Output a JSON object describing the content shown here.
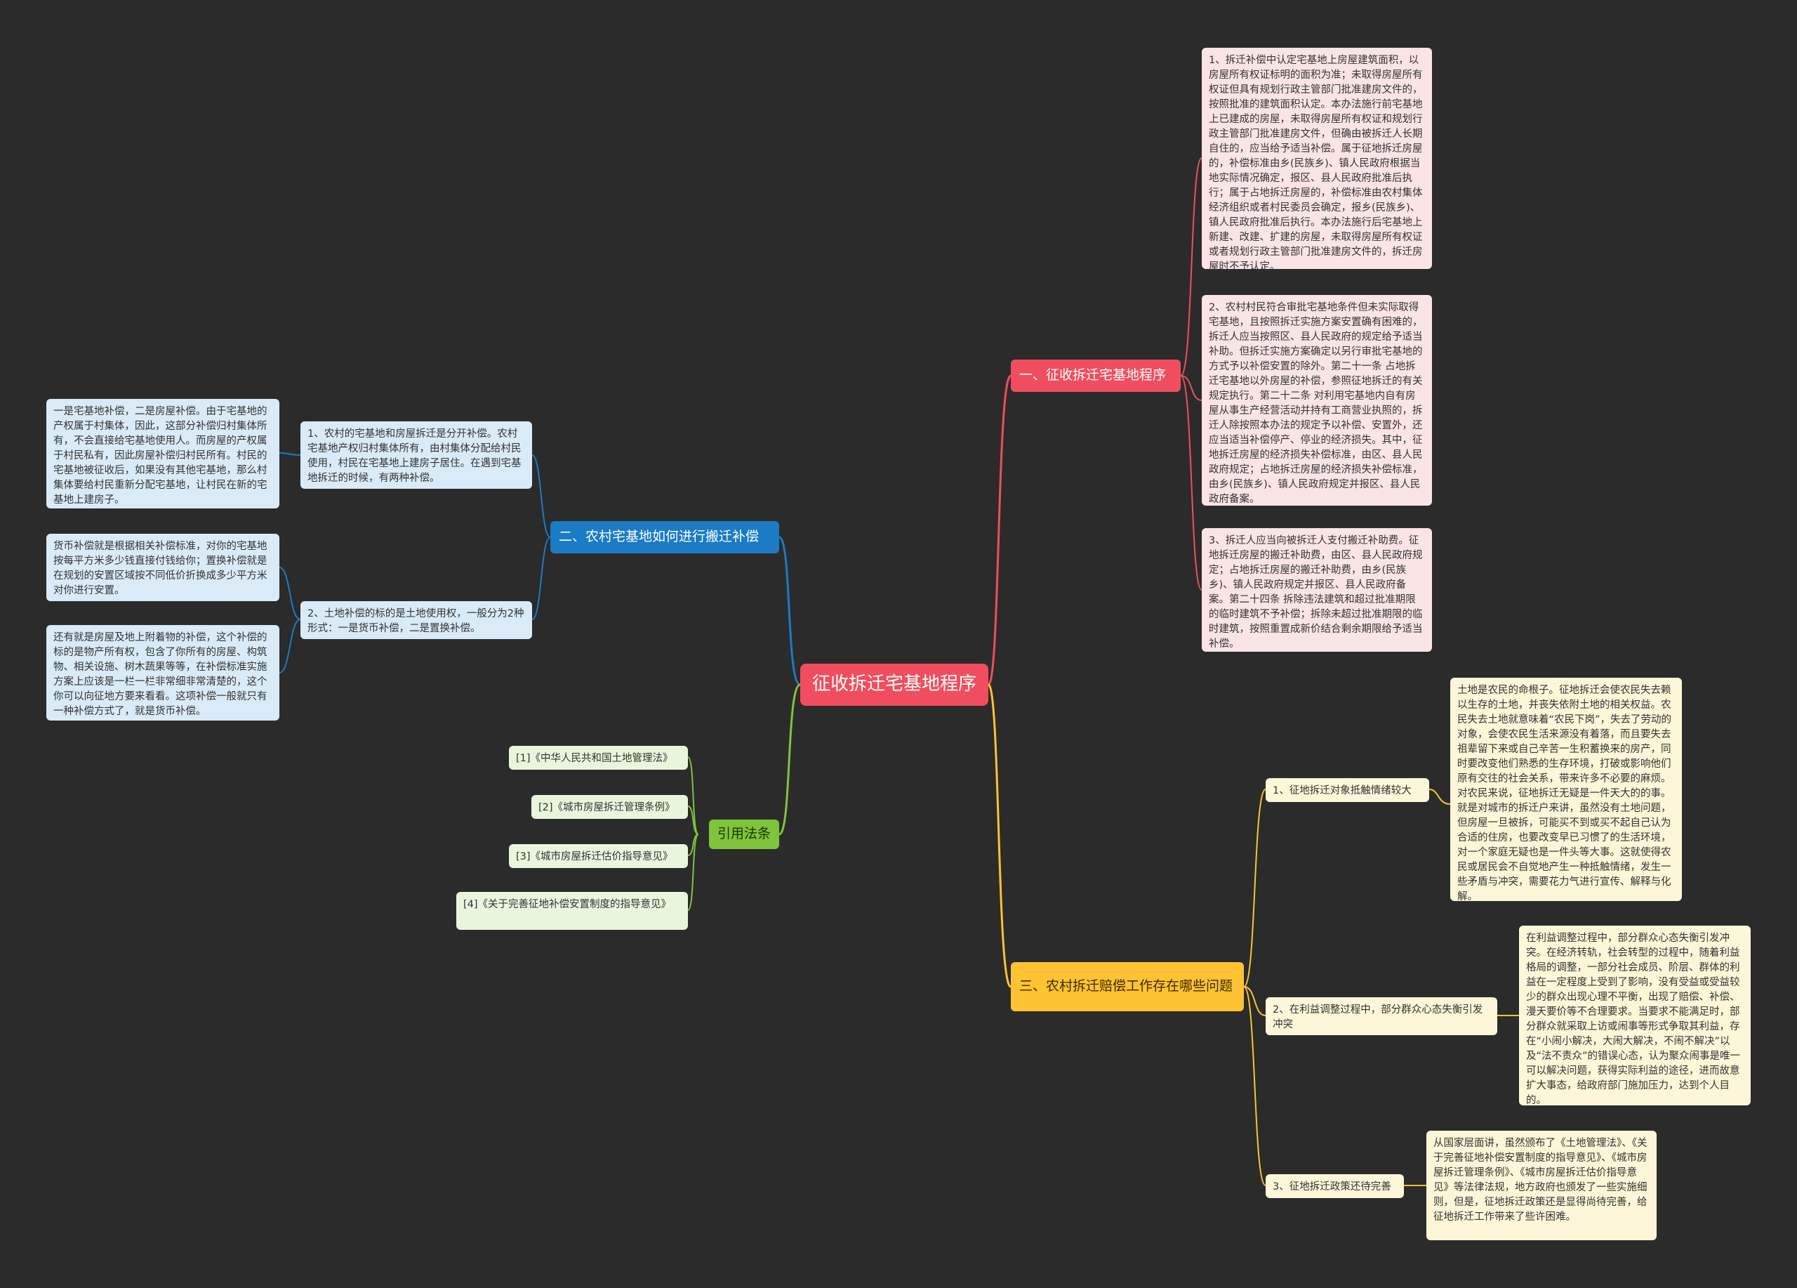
{
  "colors": {
    "background": "#2b2b2b",
    "red": "#f04e5e",
    "blue": "#1b7bc4",
    "yellow": "#ffc233",
    "green": "#7fc43a"
  },
  "root": {
    "label": "征收拆迁宅基地程序"
  },
  "branch_procedure": {
    "label": "一、征收拆迁宅基地程序",
    "items": [
      "1、拆迁补偿中认定宅基地上房屋建筑面积，以房屋所有权证标明的面积为准；未取得房屋所有权证但具有规划行政主管部门批准建房文件的，按照批准的建筑面积认定。本办法施行前宅基地上已建成的房屋，未取得房屋所有权证和规划行政主管部门批准建房文件，但确由被拆迁人长期自住的，应当给予适当补偿。属于征地拆迁房屋的，补偿标准由乡(民族乡)、镇人民政府根据当地实际情况确定，报区、县人民政府批准后执行；属于占地拆迁房屋的，补偿标准由农村集体经济组织或者村民委员会确定，报乡(民族乡)、镇人民政府批准后执行。本办法施行后宅基地上新建、改建、扩建的房屋，未取得房屋所有权证或者规划行政主管部门批准建房文件的，拆迁房屋时不予认定。",
      "2、农村村民符合审批宅基地条件但未实际取得宅基地，且按照拆迁实施方案安置确有困难的，拆迁人应当按照区、县人民政府的规定给予适当补助。但拆迁实施方案确定以另行审批宅基地的方式予以补偿安置的除外。第二十一条 占地拆迁宅基地以外房屋的补偿，参照征地拆迁的有关规定执行。第二十二条 对利用宅基地内自有房屋从事生产经营活动并持有工商营业执照的，拆迁人除按照本办法的规定予以补偿、安置外，还应当适当补偿停产、停业的经济损失。其中，征地拆迁房屋的经济损失补偿标准，由区、县人民政府规定；占地拆迁房屋的经济损失补偿标准，由乡(民族乡)、镇人民政府规定并报区、县人民政府备案。",
      "3、拆迁人应当向被拆迁人支付搬迁补助费。征地拆迁房屋的搬迁补助费，由区、县人民政府规定；占地拆迁房屋的搬迁补助费，由乡(民族乡)、镇人民政府规定并报区、县人民政府备案。第二十四条 拆除违法建筑和超过批准期限的临时建筑不予补偿；拆除未超过批准期限的临时建筑，按照重置成新价结合剩余期限给予适当补偿。"
    ]
  },
  "branch_compensation": {
    "label": "二、农村宅基地如何进行搬迁补偿",
    "items": [
      {
        "text": "1、农村的宅基地和房屋拆迁是分开补偿。农村宅基地产权归村集体所有，由村集体分配给村民使用，村民在宅基地上建房子居住。在遇到宅基地拆迁的时候，有两种补偿。",
        "details": [
          "一是宅基地补偿，二是房屋补偿。由于宅基地的产权属于村集体，因此，这部分补偿归村集体所有，不会直接给宅基地使用人。而房屋的产权属于村民私有，因此房屋补偿归村民所有。村民的宅基地被征收后，如果没有其他宅基地，那么村集体要给村民重新分配宅基地，让村民在新的宅基地上建房子。"
        ]
      },
      {
        "text": "2、土地补偿的标的是土地使用权，一般分为2种形式：一是货币补偿，二是置换补偿。",
        "details": [
          "货币补偿就是根据相关补偿标准，对你的宅基地按每平方米多少钱直接付钱给你；置换补偿就是在规划的安置区域按不同低价折换成多少平方米对你进行安置。",
          "还有就是房屋及地上附着物的补偿，这个补偿的标的是物产所有权，包含了你所有的房屋、构筑物、相关设施、树木蔬果等等，在补偿标准实施方案上应该是一栏一栏非常细非常清楚的，这个你可以向征地方要来看看。这项补偿一般就只有一种补偿方式了，就是货币补偿。"
        ]
      }
    ]
  },
  "branch_problems": {
    "label": "三、农村拆迁赔偿工作存在哪些问题",
    "items": [
      {
        "label": "1、征地拆迁对象抵触情绪较大",
        "detail": "土地是农民的命根子。征地拆迁会使农民失去赖以生存的土地，并丧失依附土地的相关权益。农民失去土地就意味着“农民下岗”，失去了劳动的对象，会使农民生活来源没有着落，而且要失去祖辈留下来或自己辛苦一生积蓄换来的房产，同时要改变他们熟悉的生存环境，打破或影响他们原有交往的社会关系，带来许多不必要的麻烦。对农民来说，征地拆迁无疑是一件天大的的事。就是对城市的拆迁户来讲，虽然没有土地问题，但房屋一旦被拆，可能买不到或买不起自己认为合适的住房，也要改变早已习惯了的生活环境，对一个家庭无疑也是一件头等大事。这就使得农民或居民会不自觉地产生一种抵触情绪，发生一些矛盾与冲突，需要花力气进行宣传、解释与化解。"
      },
      {
        "label": "2、在利益调整过程中，部分群众心态失衡引发冲突",
        "detail": "在利益调整过程中，部分群众心态失衡引发冲突。在经济转轨，社会转型的过程中，随着利益格局的调整，一部分社会成员、阶层、群体的利益在一定程度上受到了影响，没有受益或受益较少的群众出现心理不平衡，出现了赔偿、补偿、漫天要价等不合理要求。当要求不能满足时，部分群众就采取上访或闹事等形式争取其利益，存在“小闹小解决，大闹大解决，不闹不解决”以及“法不责众”的错误心态，认为聚众闹事是唯一可以解决问题，获得实际利益的途径，进而故意扩大事态，给政府部门施加压力，达到个人目的。"
      },
      {
        "label": "3、征地拆迁政策还待完善",
        "detail": "从国家层面讲，虽然颁布了《土地管理法》、《关于完善征地补偿安置制度的指导意见》、《城市房屋拆迁管理条例》、《城市房屋拆迁估价指导意见》等法律法规，地方政府也颁发了一些实施细则，但是，征地拆迁政策还是显得尚待完善，给征地拆迁工作带来了些许困难。"
      }
    ]
  },
  "branch_laws": {
    "label": "引用法条",
    "items": [
      "[1]《中华人民共和国土地管理法》",
      "[2]《城市房屋拆迁管理条例》",
      "[3]《城市房屋拆迁估价指导意见》",
      "[4]《关于完善征地补偿安置制度的指导意见》"
    ]
  }
}
